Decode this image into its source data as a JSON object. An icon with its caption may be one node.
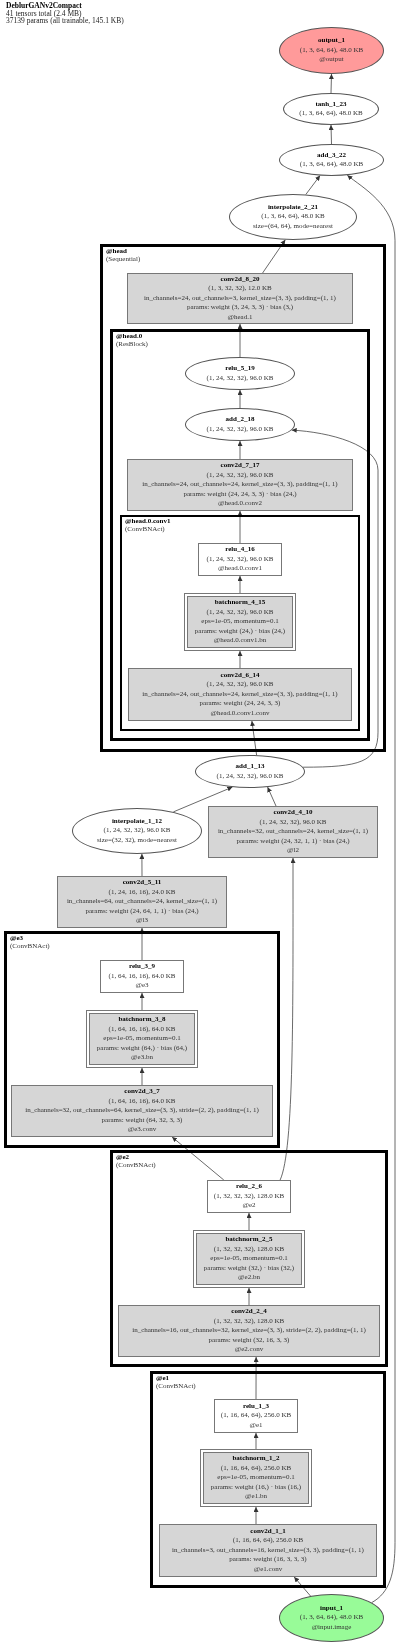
{
  "diagram": {
    "title": "DeblurGANv2Compact",
    "nodes": [
      {
        "text": [
          "output_1",
          "(1, 3, 64, 64), 48.0 KB",
          "@output"
        ]
      },
      {
        "text": [
          "tanh_1_23",
          "(1, 3, 64, 64), 48.0 KB"
        ]
      },
      {
        "text": [
          "add_3_22",
          "(1, 3, 64, 64), 48.0 KB"
        ]
      },
      {
        "text": [
          "interpolate_2_21",
          "(1, 3, 64, 64), 48.0 KB",
          "size=(64, 64), mode=nearest"
        ]
      },
      {
        "text": [
          "@head",
          "(Sequential)"
        ]
      },
      {
        "text": [
          "conv2d_8_20",
          "(1, 3, 32, 32), 12.0 KB",
          "in_channels=24, out_channels=3, kernel_size=(3, 3), padding=(1, 1)",
          "params: weight (3, 24, 3, 3) · bias (3,)",
          "@head.1"
        ],
        "in": 4
      },
      {
        "text": [
          "@head.0",
          "(ResBlock)"
        ],
        "in": 4
      },
      {
        "text": [
          "relu_5_19",
          "(1, 24, 32, 32), 96.0 KB"
        ],
        "in": 6
      },
      {
        "text": [
          "add_2_18",
          "(1, 24, 32, 32), 96.0 KB"
        ],
        "in": 6
      },
      {
        "text": [
          "conv2d_7_17",
          "(1, 24, 32, 32), 96.0 KB",
          "in_channels=24, out_channels=24, kernel_size=(3, 3), padding=(1, 1)",
          "params: weight (24, 24, 3, 3) · bias (24,)",
          "@head.0.conv2"
        ],
        "in": 6
      },
      {
        "text": [
          "@head.0.conv1",
          "(ConvBNAct)"
        ],
        "in": 6
      },
      {
        "text": [
          "relu_4_16",
          "(1, 24, 32, 32), 96.0 KB",
          "@head.0.conv1"
        ],
        "in": 10
      },
      {
        "text": [
          "batchnorm_4_15",
          "(1, 24, 32, 32), 96.0 KB",
          "eps=1e-05, momentum=0.1",
          "params: weight (24,) · bias (24,)",
          "@head.0.conv1.bn"
        ],
        "in": 10
      },
      {
        "text": [
          "conv2d_6_14",
          "(1, 24, 32, 32), 96.0 KB",
          "in_channels=24, out_channels=24, kernel_size=(3, 3), padding=(1, 1)",
          "params: weight (24, 24, 3, 3)",
          "@head.0.conv1.conv"
        ],
        "in": 10
      },
      {
        "text": [
          "add_1_13",
          "(1, 24, 32, 32), 96.0 KB"
        ]
      },
      {
        "text": [
          "interpolate_1_12",
          "(1, 24, 32, 32), 96.0 KB",
          "size=(32, 32), mode=nearest"
        ]
      },
      {
        "text": [
          "conv2d_4_10",
          "(1, 24, 32, 32), 96.0 KB",
          "in_channels=32, out_channels=24, kernel_size=(1, 1)",
          "params: weight (24, 32, 1, 1) · bias (24,)",
          "@l2"
        ]
      },
      {
        "text": [
          "conv2d_5_11",
          "(1, 24, 16, 16), 24.0 KB",
          "in_channels=64, out_channels=24, kernel_size=(1, 1)",
          "params: weight (24, 64, 1, 1) · bias (24,)",
          "@l3"
        ]
      },
      {
        "text": [
          "@e3",
          "(ConvBNAct)"
        ]
      },
      {
        "text": [
          "relu_3_9",
          "(1, 64, 16, 16), 64.0 KB",
          "@e3"
        ],
        "in": 18
      },
      {
        "text": [
          "batchnorm_3_8",
          "(1, 64, 16, 16), 64.0 KB",
          "eps=1e-05, momentum=0.1",
          "params: weight (64,) · bias (64,)",
          "@e3.bn"
        ],
        "in": 18
      },
      {
        "text": [
          "conv2d_3_7",
          "(1, 64, 16, 16), 64.0 KB",
          "in_channels=32, out_channels=64, kernel_size=(3, 3), stride=(2, 2), padding=(1, 1)",
          "params: weight (64, 32, 3, 3)",
          "@e3.conv"
        ],
        "in": 18
      },
      {
        "text": [
          "@e2",
          "(ConvBNAct)"
        ]
      },
      {
        "text": [
          "relu_2_6",
          "(1, 32, 32, 32), 128.0 KB",
          "@e2"
        ],
        "in": 22
      },
      {
        "text": [
          "batchnorm_2_5",
          "(1, 32, 32, 32), 128.0 KB",
          "eps=1e-05, momentum=0.1",
          "params: weight (32,) · bias (32,)",
          "@e2.bn"
        ],
        "in": 22
      },
      {
        "text": [
          "conv2d_2_4",
          "(1, 32, 32, 32), 128.0 KB",
          "in_channels=16, out_channels=32, kernel_size=(3, 3), stride=(2, 2), padding=(1, 1)",
          "params: weight (32, 16, 3, 3)",
          "@e2.conv"
        ],
        "in": 22
      },
      {
        "text": [
          "@e1",
          "(ConvBNAct)"
        ]
      },
      {
        "text": [
          "relu_1_3",
          "(1, 16, 64, 64), 256.0 KB",
          "@e1"
        ],
        "in": 26
      },
      {
        "text": [
          "batchnorm_1_2",
          "(1, 16, 64, 64), 256.0 KB",
          "eps=1e-05, momentum=0.1",
          "params: weight (16,) · bias (16,)",
          "@e1.bn"
        ],
        "in": 26
      },
      {
        "text": [
          "conv2d_1_1",
          "(1, 16, 64, 64), 256.0 KB",
          "in_channels=3, out_channels=16, kernel_size=(3, 3), padding=(1, 1)",
          "params: weight (16, 3, 3, 3)",
          "@e1.conv"
        ],
        "in": 26
      },
      {
        "text": [
          "input_1",
          "(1, 3, 64, 64), 48.0 KB",
          "@input.image"
        ]
      }
    ],
    "edges": [
      {
        "from": 30,
        "to": 29,
        "arrow": "to"
      },
      {
        "from": 29,
        "to": 28,
        "arrow": "to"
      },
      {
        "from": 28,
        "to": 27,
        "arrow": "to"
      },
      {
        "from": 27,
        "to": 25,
        "arrow": "to"
      },
      {
        "from": 25,
        "to": 24,
        "arrow": "to"
      },
      {
        "from": 24,
        "to": 23,
        "arrow": "to"
      },
      {
        "from": 23,
        "to": 21,
        "arrow": "to"
      },
      {
        "from": 23,
        "to": 16,
        "arrow": "to"
      },
      {
        "from": 21,
        "to": 20,
        "arrow": "to"
      },
      {
        "from": 20,
        "to": 19,
        "arrow": "to"
      },
      {
        "from": 19,
        "to": 17,
        "arrow": "to"
      },
      {
        "from": 17,
        "to": 15,
        "arrow": "to"
      },
      {
        "from": 15,
        "to": 14,
        "arrow": "to"
      },
      {
        "from": 16,
        "to": 14,
        "arrow": "to"
      },
      {
        "from": 14,
        "to": 13,
        "arrow": "to"
      },
      {
        "from": 14,
        "to": 8,
        "arrow": "to"
      },
      {
        "from": 13,
        "to": 12,
        "arrow": "to"
      },
      {
        "from": 12,
        "to": 11,
        "arrow": "to"
      },
      {
        "from": 11,
        "to": 9,
        "arrow": "to"
      },
      {
        "from": 9,
        "to": 8,
        "arrow": "to"
      },
      {
        "from": 8,
        "to": 7,
        "arrow": "to"
      },
      {
        "from": 7,
        "to": 5,
        "arrow": "to"
      },
      {
        "from": 5,
        "to": 3,
        "arrow": "to"
      },
      {
        "from": 3,
        "to": 2,
        "arrow": "to"
      },
      {
        "from": 30,
        "to": 2,
        "arrow": "to"
      },
      {
        "from": 2,
        "to": 1,
        "arrow": "to"
      },
      {
        "from": 1,
        "to": 0,
        "arrow": "to"
      }
    ],
    "labels": [
      "41 tensors total (2.4 MB)",
      "37139 params (all trainable, 145.1 KB)"
    ]
  }
}
